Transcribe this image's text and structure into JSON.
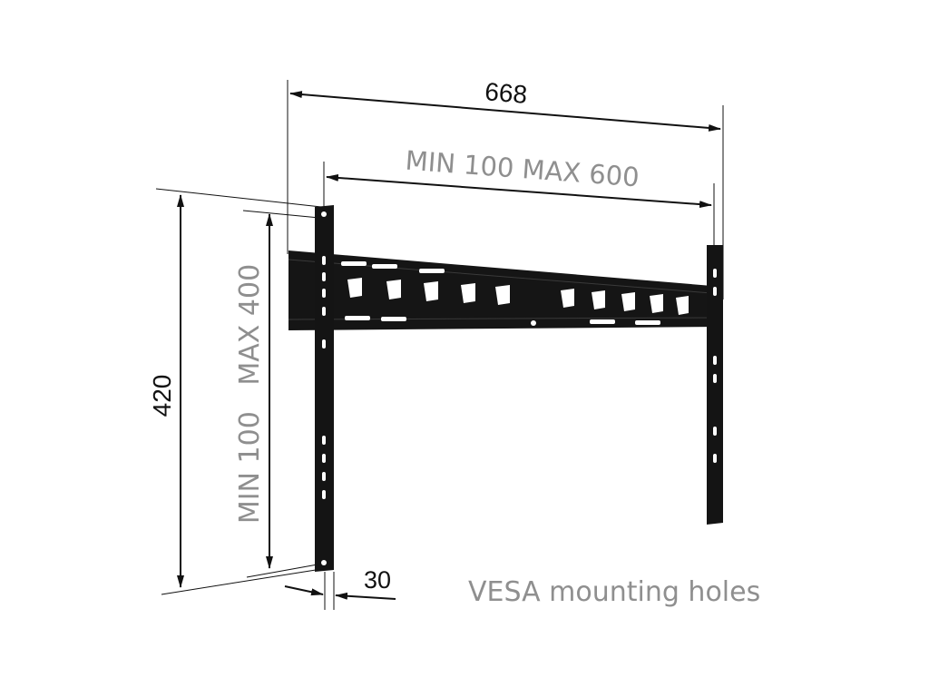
{
  "dimensions": {
    "width_total": "668",
    "vesa_horizontal": "MIN 100  MAX 600",
    "height_total": "420",
    "vesa_vertical": "MIN 100   MAX 400",
    "depth": "30"
  },
  "caption": "VESA mounting holes",
  "colors": {
    "bracket": "#141414",
    "dimension_line": "#111111",
    "vesa_text": "#8f8f8f"
  }
}
